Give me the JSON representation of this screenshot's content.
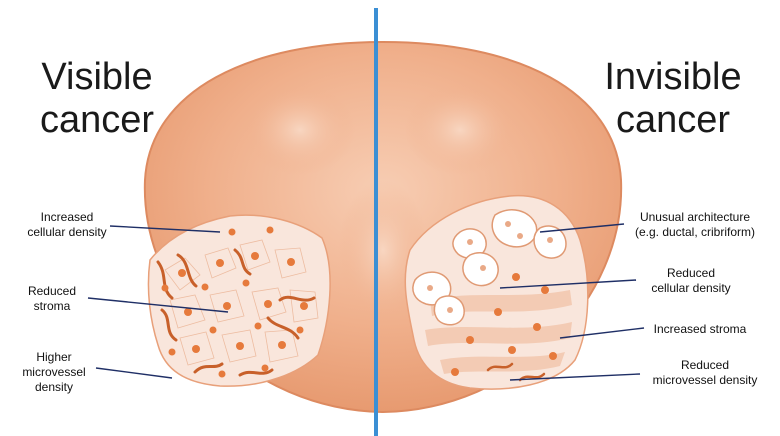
{
  "left_panel": {
    "heading_line1": "Visible",
    "heading_line2": "cancer",
    "labels": [
      {
        "line1": "Increased",
        "line2": "cellular density"
      },
      {
        "line1": "Reduced",
        "line2": "stroma"
      },
      {
        "line1": "Higher",
        "line2": "microvessel",
        "line3": "density"
      }
    ]
  },
  "right_panel": {
    "heading_line1": "Invisible",
    "heading_line2": "cancer",
    "labels": [
      {
        "line1": "Unusual architecture",
        "line2": "(e.g. ductal, cribriform)"
      },
      {
        "line1": "Reduced",
        "line2": "cellular density"
      },
      {
        "line1": "Increased stroma"
      },
      {
        "line1": "Reduced",
        "line2": "microvessel density"
      }
    ]
  },
  "colors": {
    "divider": "#3b8fd4",
    "organ": "#f0b08c",
    "organ_edge": "#dd8a60",
    "tumor": "#f9e6dc",
    "nucleus": "#e67a3c",
    "vessel": "#c8602a",
    "leader": "#1f2f66"
  }
}
